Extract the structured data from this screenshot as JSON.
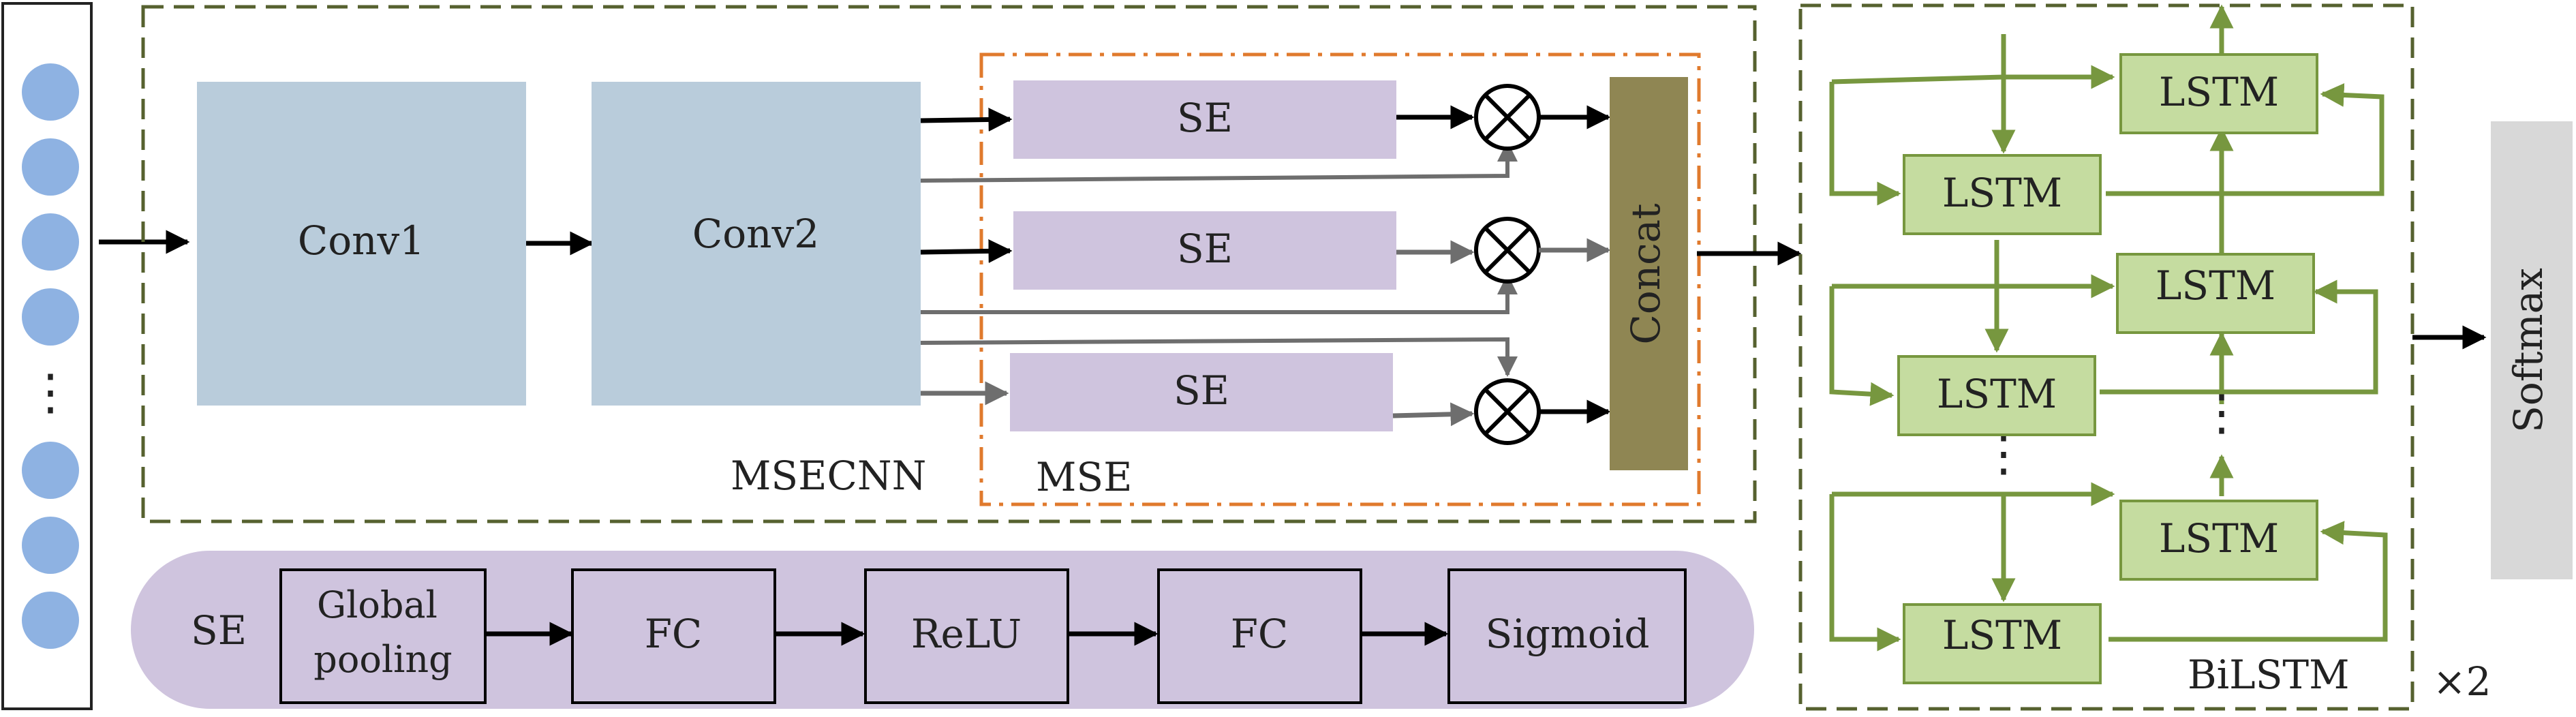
{
  "colors": {
    "input_circle": "#8eb2e2",
    "conv_block": "#b9ccdb",
    "se_block": "#cfc4de",
    "concat_block": "#8f8653",
    "lstm_fill": "#c5dca0",
    "lstm_stroke": "#77973f",
    "green_arrow": "#77973f",
    "dashed_box": "#56612f",
    "mse_box": "#e07a2d",
    "softmax_block": "#d8d8d8",
    "black_arrow": "#000000",
    "gray_arrow": "#6e6e6e"
  },
  "input_column": {
    "ellipsis": "⋮"
  },
  "msecnn": {
    "label": "MSECNN",
    "conv1": "Conv1",
    "conv2": "Conv2"
  },
  "mse": {
    "label": "MSE",
    "se_blocks": [
      "SE",
      "SE",
      "SE"
    ],
    "multiply_icon": "circled-times",
    "concat": "Concat"
  },
  "se_detail": {
    "label": "SE",
    "stages": [
      [
        "Global",
        "pooling"
      ],
      [
        "FC"
      ],
      [
        "ReLU"
      ],
      [
        "FC"
      ],
      [
        "Sigmoid"
      ]
    ]
  },
  "bilstm": {
    "label": "BiLSTM",
    "repeat": "×2",
    "cell_label": "LSTM",
    "ellipsis": "⋮"
  },
  "softmax": "Softmax"
}
